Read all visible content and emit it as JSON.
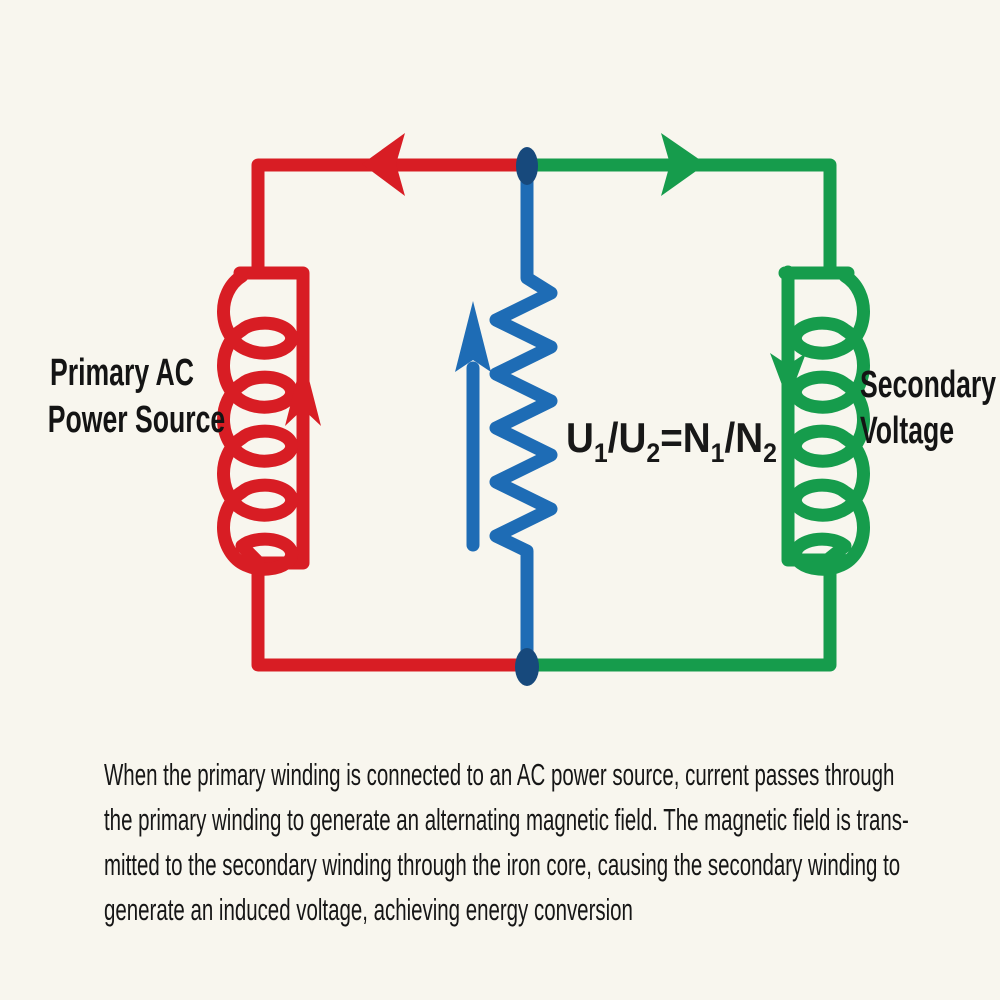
{
  "colors": {
    "primary_red": "#d81d24",
    "secondary_green": "#169c4c",
    "core_blue": "#1e6cb5",
    "junction_navy": "#17497c",
    "background": "#f8f6ee",
    "text": "#141414"
  },
  "labels": {
    "primary_line1": "Primary AC",
    "primary_line2": "Power Source",
    "secondary_line1": "Secondary",
    "secondary_line2": "Voltage"
  },
  "formula": {
    "p0": "U",
    "s0": "1",
    "p1": "/U",
    "s1": "2",
    "p2": "=N",
    "s2": "1",
    "p3": "/N",
    "s3": "2"
  },
  "caption": {
    "line1": "When the primary winding is connected to an AC power source, current passes through",
    "line2": "the primary winding to generate an alternating magnetic field. The magnetic field is trans-",
    "line3": "mitted to the secondary winding through the iron core, causing the secondary winding to",
    "line4": "generate an induced voltage, achieving energy conversion"
  }
}
